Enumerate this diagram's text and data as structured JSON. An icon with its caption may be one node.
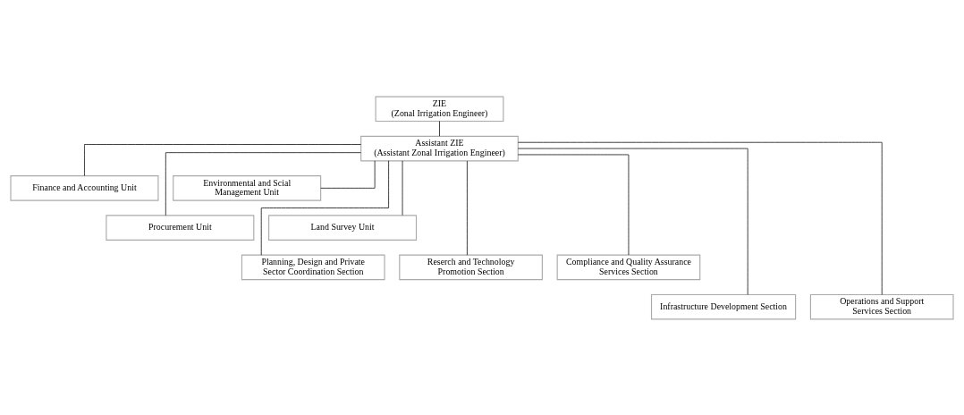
{
  "diagram": {
    "nodes": [
      {
        "text": [
          "ZIE",
          "(Zonal Irrigation Engineer)"
        ]
      },
      {
        "text": [
          "Assistant ZIE",
          "(Assistant Zonal Irrigation Engineer)"
        ]
      },
      {
        "text": [
          "Finance and Accounting Unit"
        ]
      },
      {
        "text": [
          "Environmental and Scial Management Unit"
        ]
      },
      {
        "text": [
          "Procurement Unit"
        ]
      },
      {
        "text": [
          "Land Survey Unit"
        ]
      },
      {
        "text": [
          "Planning, Design and Private Sector Coordination Section"
        ]
      },
      {
        "text": [
          "Reserch and Technology Promotion Section"
        ]
      },
      {
        "text": [
          "Compliance and Quality Assurance Services Section"
        ]
      },
      {
        "text": [
          "Infrastructure Development Section"
        ]
      },
      {
        "text": [
          "Operations and Support Services Section"
        ]
      }
    ],
    "edges": [
      {
        "from": 0,
        "to": 1,
        "arrow": "none"
      },
      {
        "from": 1,
        "to": 2,
        "arrow": "none"
      },
      {
        "from": 1,
        "to": 3,
        "arrow": "none"
      },
      {
        "from": 1,
        "to": 4,
        "arrow": "none"
      },
      {
        "from": 1,
        "to": 5,
        "arrow": "none"
      },
      {
        "from": 1,
        "to": 6,
        "arrow": "none"
      },
      {
        "from": 1,
        "to": 7,
        "arrow": "none"
      },
      {
        "from": 1,
        "to": 8,
        "arrow": "none"
      },
      {
        "from": 1,
        "to": 9,
        "arrow": "none"
      },
      {
        "from": 1,
        "to": 10,
        "arrow": "none"
      }
    ]
  }
}
